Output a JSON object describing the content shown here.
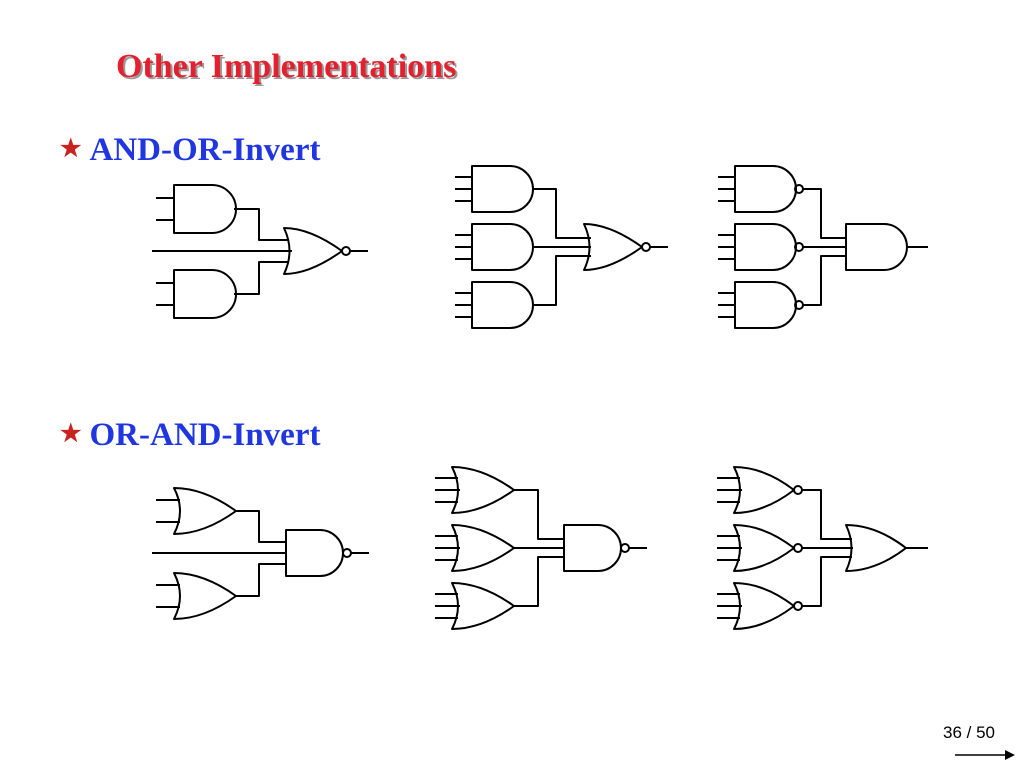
{
  "slide": {
    "title": "Other Implementations",
    "bullets": [
      {
        "icon": "star-icon",
        "text": "AND-OR-Invert"
      },
      {
        "icon": "star-icon",
        "text": "OR-AND-Invert"
      }
    ]
  },
  "footer": {
    "page_counter": "36 / 50"
  },
  "colors": {
    "title": "#e5202e",
    "bullet_text": "#1f36e0",
    "bullet_star": "#c8231e",
    "lines": "#000000"
  }
}
